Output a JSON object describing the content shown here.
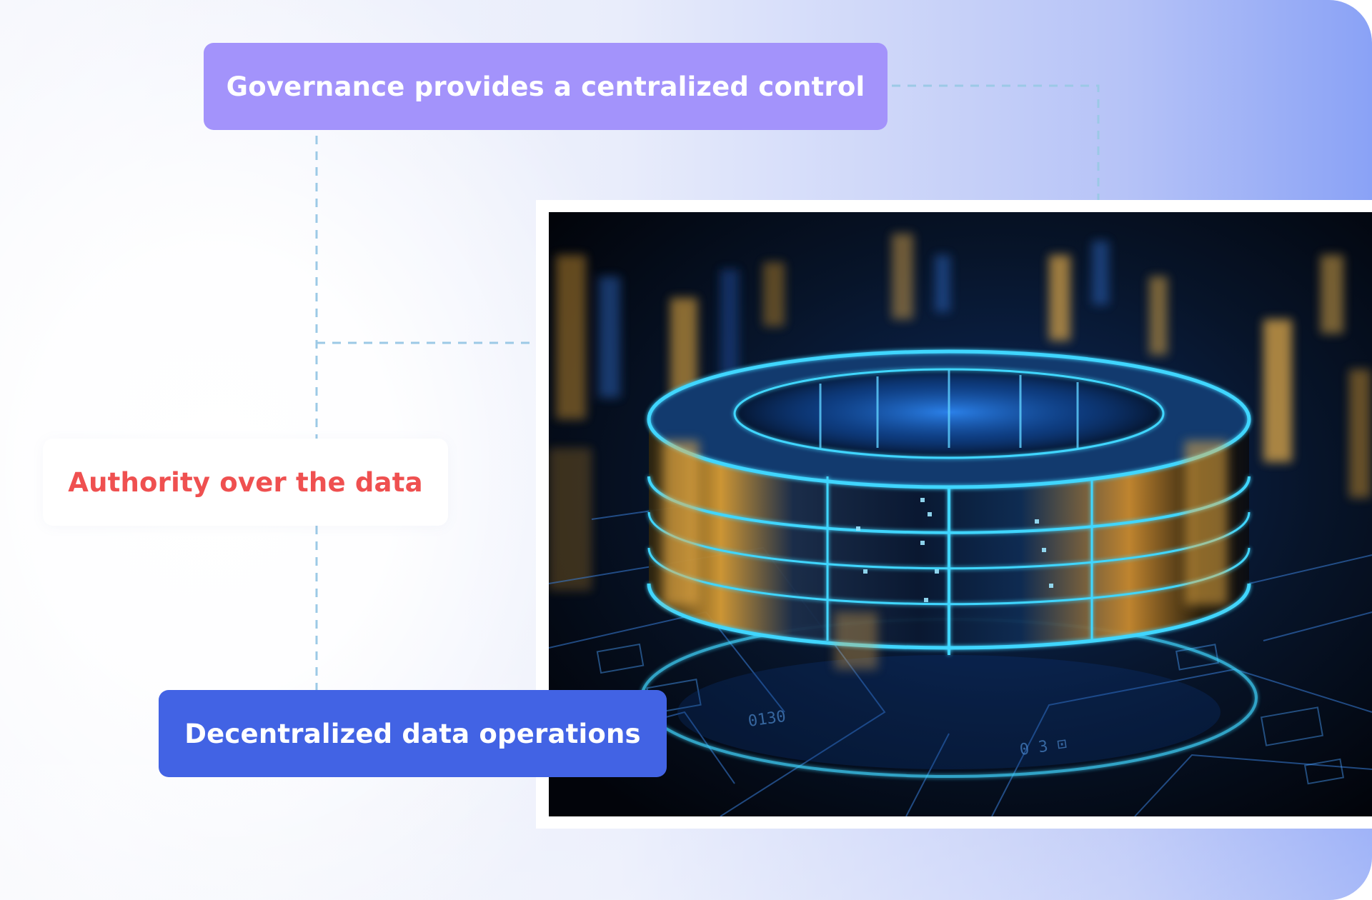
{
  "labels": {
    "governance": "Governance provides a centralized control",
    "authority": "Authority over the data",
    "decentralized": "Decentralized data operations"
  },
  "colors": {
    "governance_bg": "#a393fb",
    "authority_text": "#ef5050",
    "decentralized_bg": "#4263e4",
    "connector": "#9cc9e6",
    "glow_cyan": "#3fd6ff",
    "glow_amber": "#f2b347"
  },
  "image": {
    "subject": "glowing-data-storage-ring-on-circuit-board"
  }
}
